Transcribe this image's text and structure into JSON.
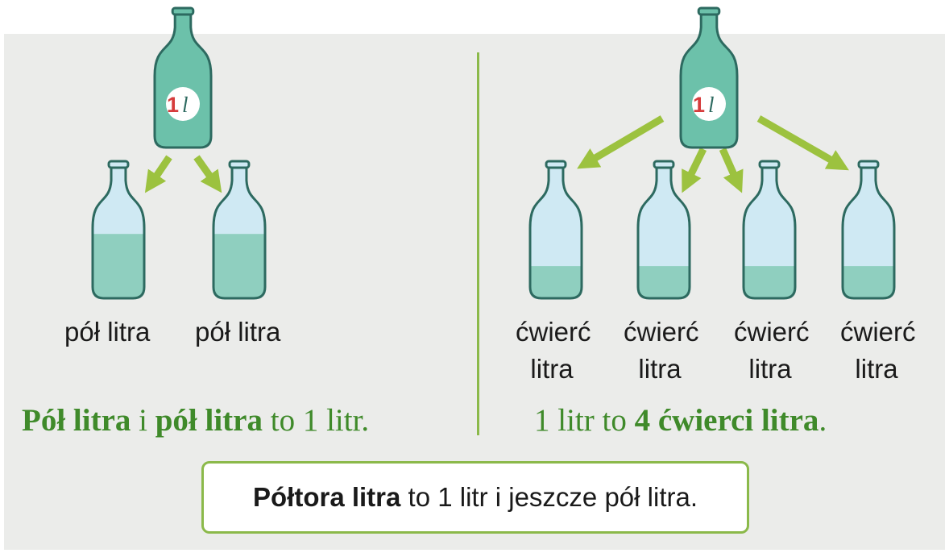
{
  "big_bottle_label": {
    "digit": "1",
    "unit": "l"
  },
  "left": {
    "labels": [
      "pół litra",
      "pół litra"
    ],
    "sentence": {
      "b1": "Pół litra",
      "t1": " i ",
      "b2": "pół litra",
      "t2": " to 1 litr."
    }
  },
  "right": {
    "labels": [
      {
        "line1": "ćwierć",
        "line2": "litra"
      },
      {
        "line1": "ćwierć",
        "line2": "litra"
      },
      {
        "line1": "ćwierć",
        "line2": "litra"
      },
      {
        "line1": "ćwierć",
        "line2": "litra"
      }
    ],
    "sentence": {
      "t1": "1 litr to ",
      "b1": "4 ćwierci litra",
      "t2": "."
    }
  },
  "summary": {
    "bold": "Półtora litra",
    "rest": " to 1 litr i jeszcze pół litra."
  },
  "fills": {
    "half": 0.5,
    "quarter": 0.25
  },
  "colors": {
    "panel": "#ebecea",
    "accent_green": "#8bb94a",
    "text_green": "#3f8a2a",
    "water": "#8fcfbf",
    "glass": "#cfe9f3",
    "full_bottle": "#6cc1aa",
    "outline": "#2d6a60",
    "digit_red": "#d63c3c"
  }
}
